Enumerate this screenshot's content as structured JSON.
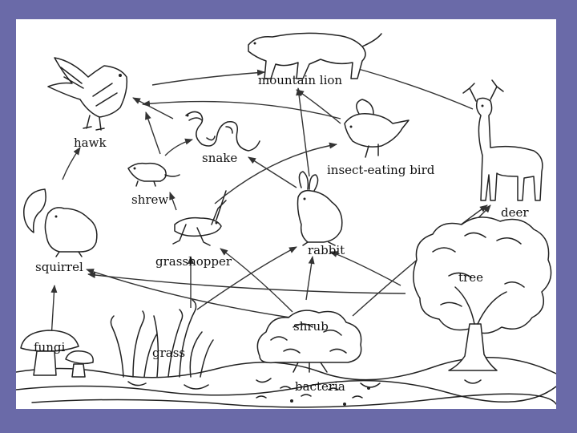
{
  "labels": {
    "mountain_lion": "mountain lion",
    "hawk": "hawk",
    "snake": "snake",
    "insect_eating_bird": "insect-eating bird",
    "deer": "deer",
    "shrew": "shrew",
    "squirrel": "squirrel",
    "grasshopper": "grasshopper",
    "rabbit": "rabbit",
    "tree": "tree",
    "shrub": "shrub",
    "fungi": "fungi",
    "grass": "grass",
    "bacteria": "bacteria"
  },
  "colors": {
    "frame_background": "#6a6aa8",
    "canvas": "#ffffff",
    "ink": "#222222"
  }
}
